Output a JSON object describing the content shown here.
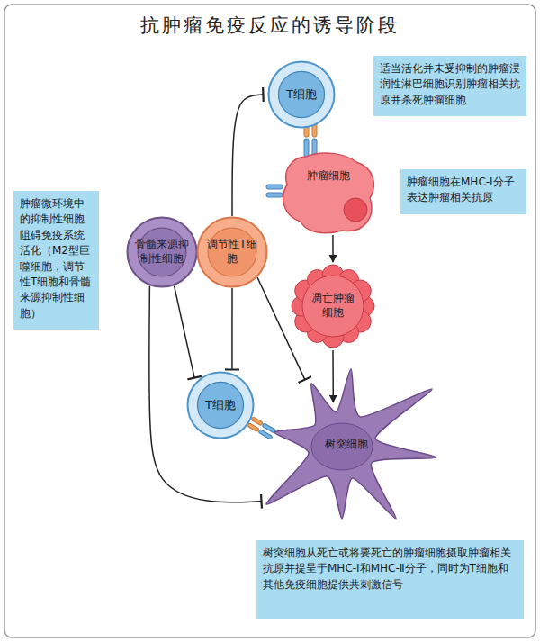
{
  "diagram": {
    "title": "抗肿瘤免疫反应的诱导阶段",
    "nodes": [
      {
        "text": [
          "适当活化并未受抑制的肿瘤浸润性淋巴细胞识别肿瘤相关抗原并杀死肿瘤细胞"
        ]
      },
      {
        "text": [
          "T细胞"
        ]
      },
      {
        "text": [
          "肿瘤细胞"
        ]
      },
      {
        "text": [
          "肿瘤细胞在MHC-Ⅰ分子表达肿瘤相关抗原"
        ]
      },
      {
        "text": [
          "肿瘤微环境中的抑制性细胞阻碍免疫系统活化（M2型巨噬细胞，调节性T细胞和骨髓来源抑制性细胞）"
        ]
      },
      {
        "text": [
          "骨髓来源抑制性细胞"
        ]
      },
      {
        "text": [
          "调节性T细胞"
        ]
      },
      {
        "text": [
          "凋亡肿瘤细胞"
        ]
      },
      {
        "text": [
          "T细胞"
        ]
      },
      {
        "text": [
          "树突细胞"
        ]
      },
      {
        "text": [
          "树突细胞从死亡或将要死亡的肿瘤细胞摄取肿瘤相关抗原并提呈于MHC-Ⅰ和MHC-Ⅱ分子，同时为T细胞和其他免疫细胞提供共刺激信号"
        ]
      }
    ],
    "edges": [
      {
        "from": 6,
        "to": 1,
        "arrow": "to"
      },
      {
        "from": 2,
        "to": 7,
        "arrow": "to"
      },
      {
        "from": 7,
        "to": 9,
        "arrow": "to"
      },
      {
        "from": 5,
        "to": 8,
        "arrow": "to"
      },
      {
        "from": 5,
        "to": 9,
        "arrow": "to"
      },
      {
        "from": 6,
        "to": 8,
        "arrow": "to"
      },
      {
        "from": 6,
        "to": 9,
        "arrow": "to"
      }
    ]
  }
}
